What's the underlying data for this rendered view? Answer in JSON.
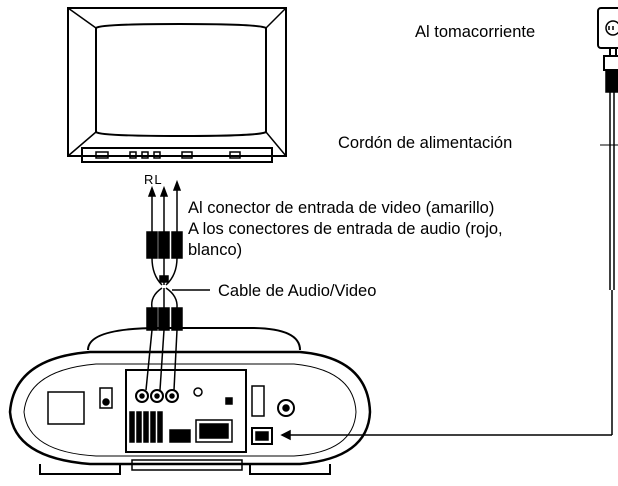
{
  "labels": {
    "outlet": "Al tomacorriente",
    "power_cord": "Cordón de alimentación",
    "rl": "RL",
    "video_in_line1": "Al conector de entrada de video (amarillo)",
    "audio_in_line1": "A los conectores de entrada de audio (rojo,",
    "audio_in_line2": "blanco)",
    "av_cable": "Cable de Audio/Video"
  },
  "colors": {
    "line": "#000000",
    "background": "#ffffff"
  }
}
